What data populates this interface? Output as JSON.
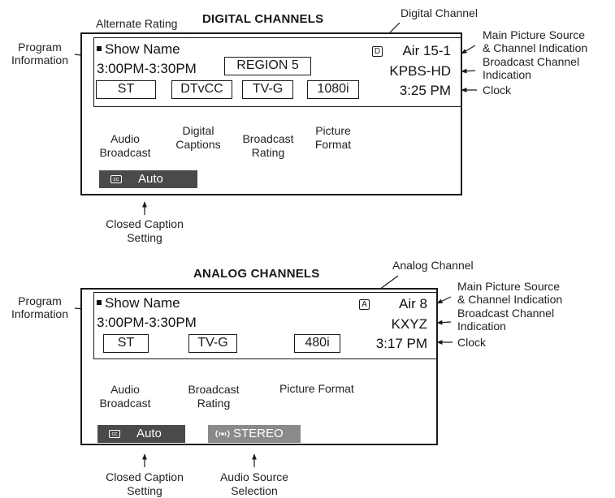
{
  "digital": {
    "heading": "DIGITAL CHANNELS",
    "osd": {
      "show_name": "Show Name",
      "time_range": "3:00PM-3:30PM",
      "region_rating": "REGION 5",
      "channel_badge": "D",
      "source_channel": "Air 15-1",
      "station": "KPBS-HD",
      "clock": "3:25 PM",
      "boxes": [
        "ST",
        "DTvCC",
        "TV-G",
        "1080i"
      ],
      "cc_icon_text": "cc",
      "cc_setting": "Auto"
    },
    "labels": {
      "alternate_rating": "Alternate Rating",
      "digital_channel": "Digital Channel",
      "program_information": [
        "Program",
        "Information"
      ],
      "main_picture_source": [
        "Main Picture Source",
        "& Channel Indication"
      ],
      "broadcast_channel": [
        "Broadcast Channel",
        "Indication"
      ],
      "clock": "Clock",
      "audio_broadcast": [
        "Audio",
        "Broadcast"
      ],
      "digital_captions": [
        "Digital",
        "Captions"
      ],
      "broadcast_rating": [
        "Broadcast",
        "Rating"
      ],
      "picture_format": [
        "Picture",
        "Format"
      ],
      "closed_caption_setting": [
        "Closed Caption",
        "Setting"
      ]
    }
  },
  "analog": {
    "heading": "ANALOG CHANNELS",
    "osd": {
      "show_name": "Show Name",
      "time_range": "3:00PM-3:30PM",
      "channel_badge": "A",
      "source_channel": "Air 8",
      "station": "KXYZ",
      "clock": "3:17 PM",
      "boxes": [
        "ST",
        "TV-G",
        "480i"
      ],
      "cc_icon_text": "cc",
      "cc_setting": "Auto",
      "audio_source": "STEREO"
    },
    "labels": {
      "analog_channel": "Analog Channel",
      "program_information": [
        "Program",
        "Information"
      ],
      "main_picture_source": [
        "Main Picture Source",
        "& Channel Indication"
      ],
      "broadcast_channel": [
        "Broadcast Channel",
        "Indication"
      ],
      "clock": "Clock",
      "audio_broadcast": [
        "Audio",
        "Broadcast"
      ],
      "broadcast_rating": [
        "Broadcast",
        "Rating"
      ],
      "picture_format": "Picture Format",
      "closed_caption_setting": [
        "Closed Caption",
        "Setting"
      ],
      "audio_source_selection": [
        "Audio Source",
        "Selection"
      ]
    }
  },
  "colors": {
    "cc_bar": "#4a4a4a",
    "stereo_bar": "#8a8a8a",
    "line": "#1a1a1a"
  }
}
